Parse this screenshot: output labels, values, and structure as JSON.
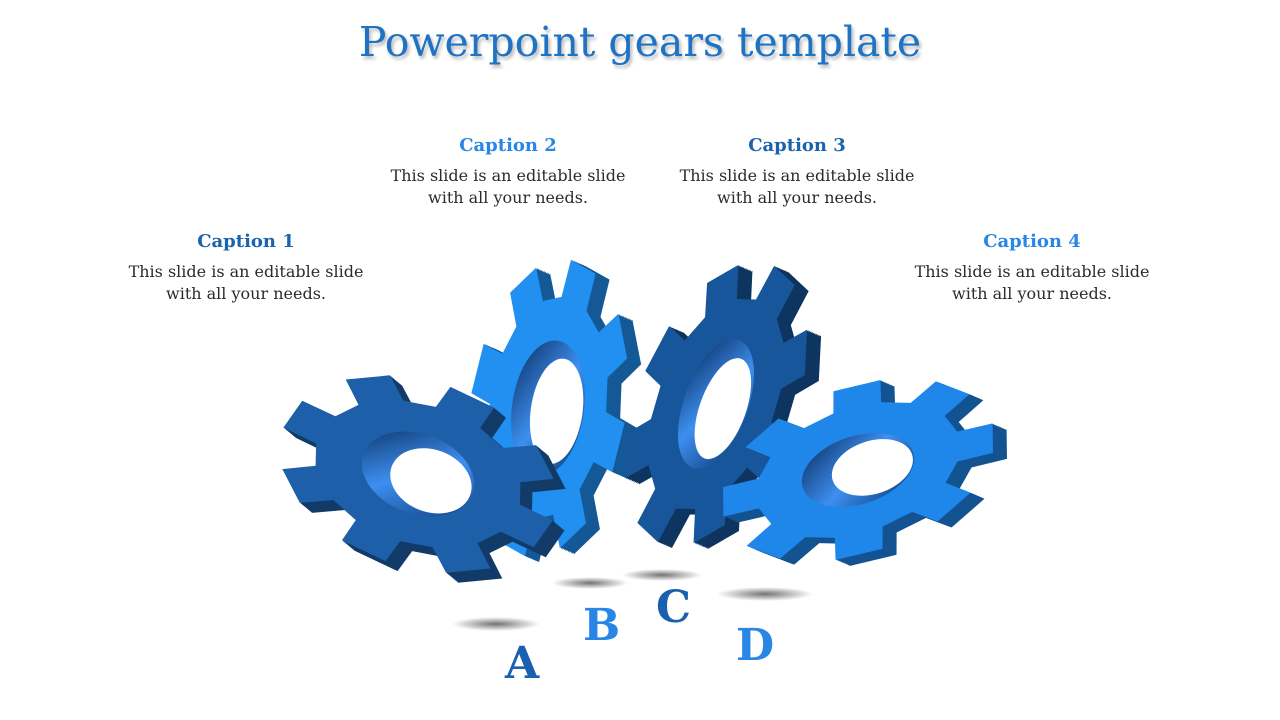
{
  "slide": {
    "title": "Powerpoint gears template"
  },
  "captions": [
    {
      "heading": "Caption 1",
      "text": "This slide is an editable slide with all your needs."
    },
    {
      "heading": "Caption 2",
      "text": "This slide is an editable slide with all your needs."
    },
    {
      "heading": "Caption 3",
      "text": "This slide is an editable slide with all your needs."
    },
    {
      "heading": "Caption 4",
      "text": "This slide is an editable slide with all your needs."
    }
  ],
  "gears": [
    {
      "letter": "A",
      "color": "#1d5fa8"
    },
    {
      "letter": "B",
      "color": "#2190f0"
    },
    {
      "letter": "C",
      "color": "#17569b"
    },
    {
      "letter": "D",
      "color": "#1f86ea"
    }
  ],
  "colors": {
    "title": "#1f73c4",
    "caption_heading_dark": "#1b63ad",
    "caption_heading_light": "#2a86e6",
    "letter_dark": "#1a60b0",
    "letter_light": "#2a86e6",
    "body_text": "#2b2b2b"
  }
}
